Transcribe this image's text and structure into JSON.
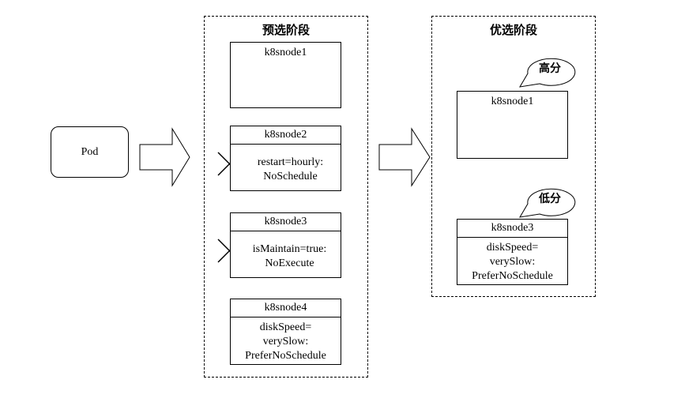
{
  "pod": {
    "label": "Pod"
  },
  "preselect": {
    "title": "预选阶段",
    "nodes": [
      {
        "name": "k8snode1",
        "lines": []
      },
      {
        "name": "k8snode2",
        "lines": [
          "restart=hourly:",
          "NoSchedule"
        ]
      },
      {
        "name": "k8snode3",
        "lines": [
          "isMaintain=true:",
          "NoExecute"
        ]
      },
      {
        "name": "k8snode4",
        "lines": [
          "diskSpeed=",
          "verySlow:",
          "PreferNoSchedule"
        ]
      }
    ]
  },
  "priority": {
    "title": "优选阶段",
    "high_label": "高分",
    "low_label": "低分",
    "nodes": [
      {
        "name": "k8snode1",
        "lines": []
      },
      {
        "name": "k8snode3",
        "lines": [
          "diskSpeed=",
          "verySlow:",
          "PreferNoSchedule"
        ]
      }
    ]
  }
}
